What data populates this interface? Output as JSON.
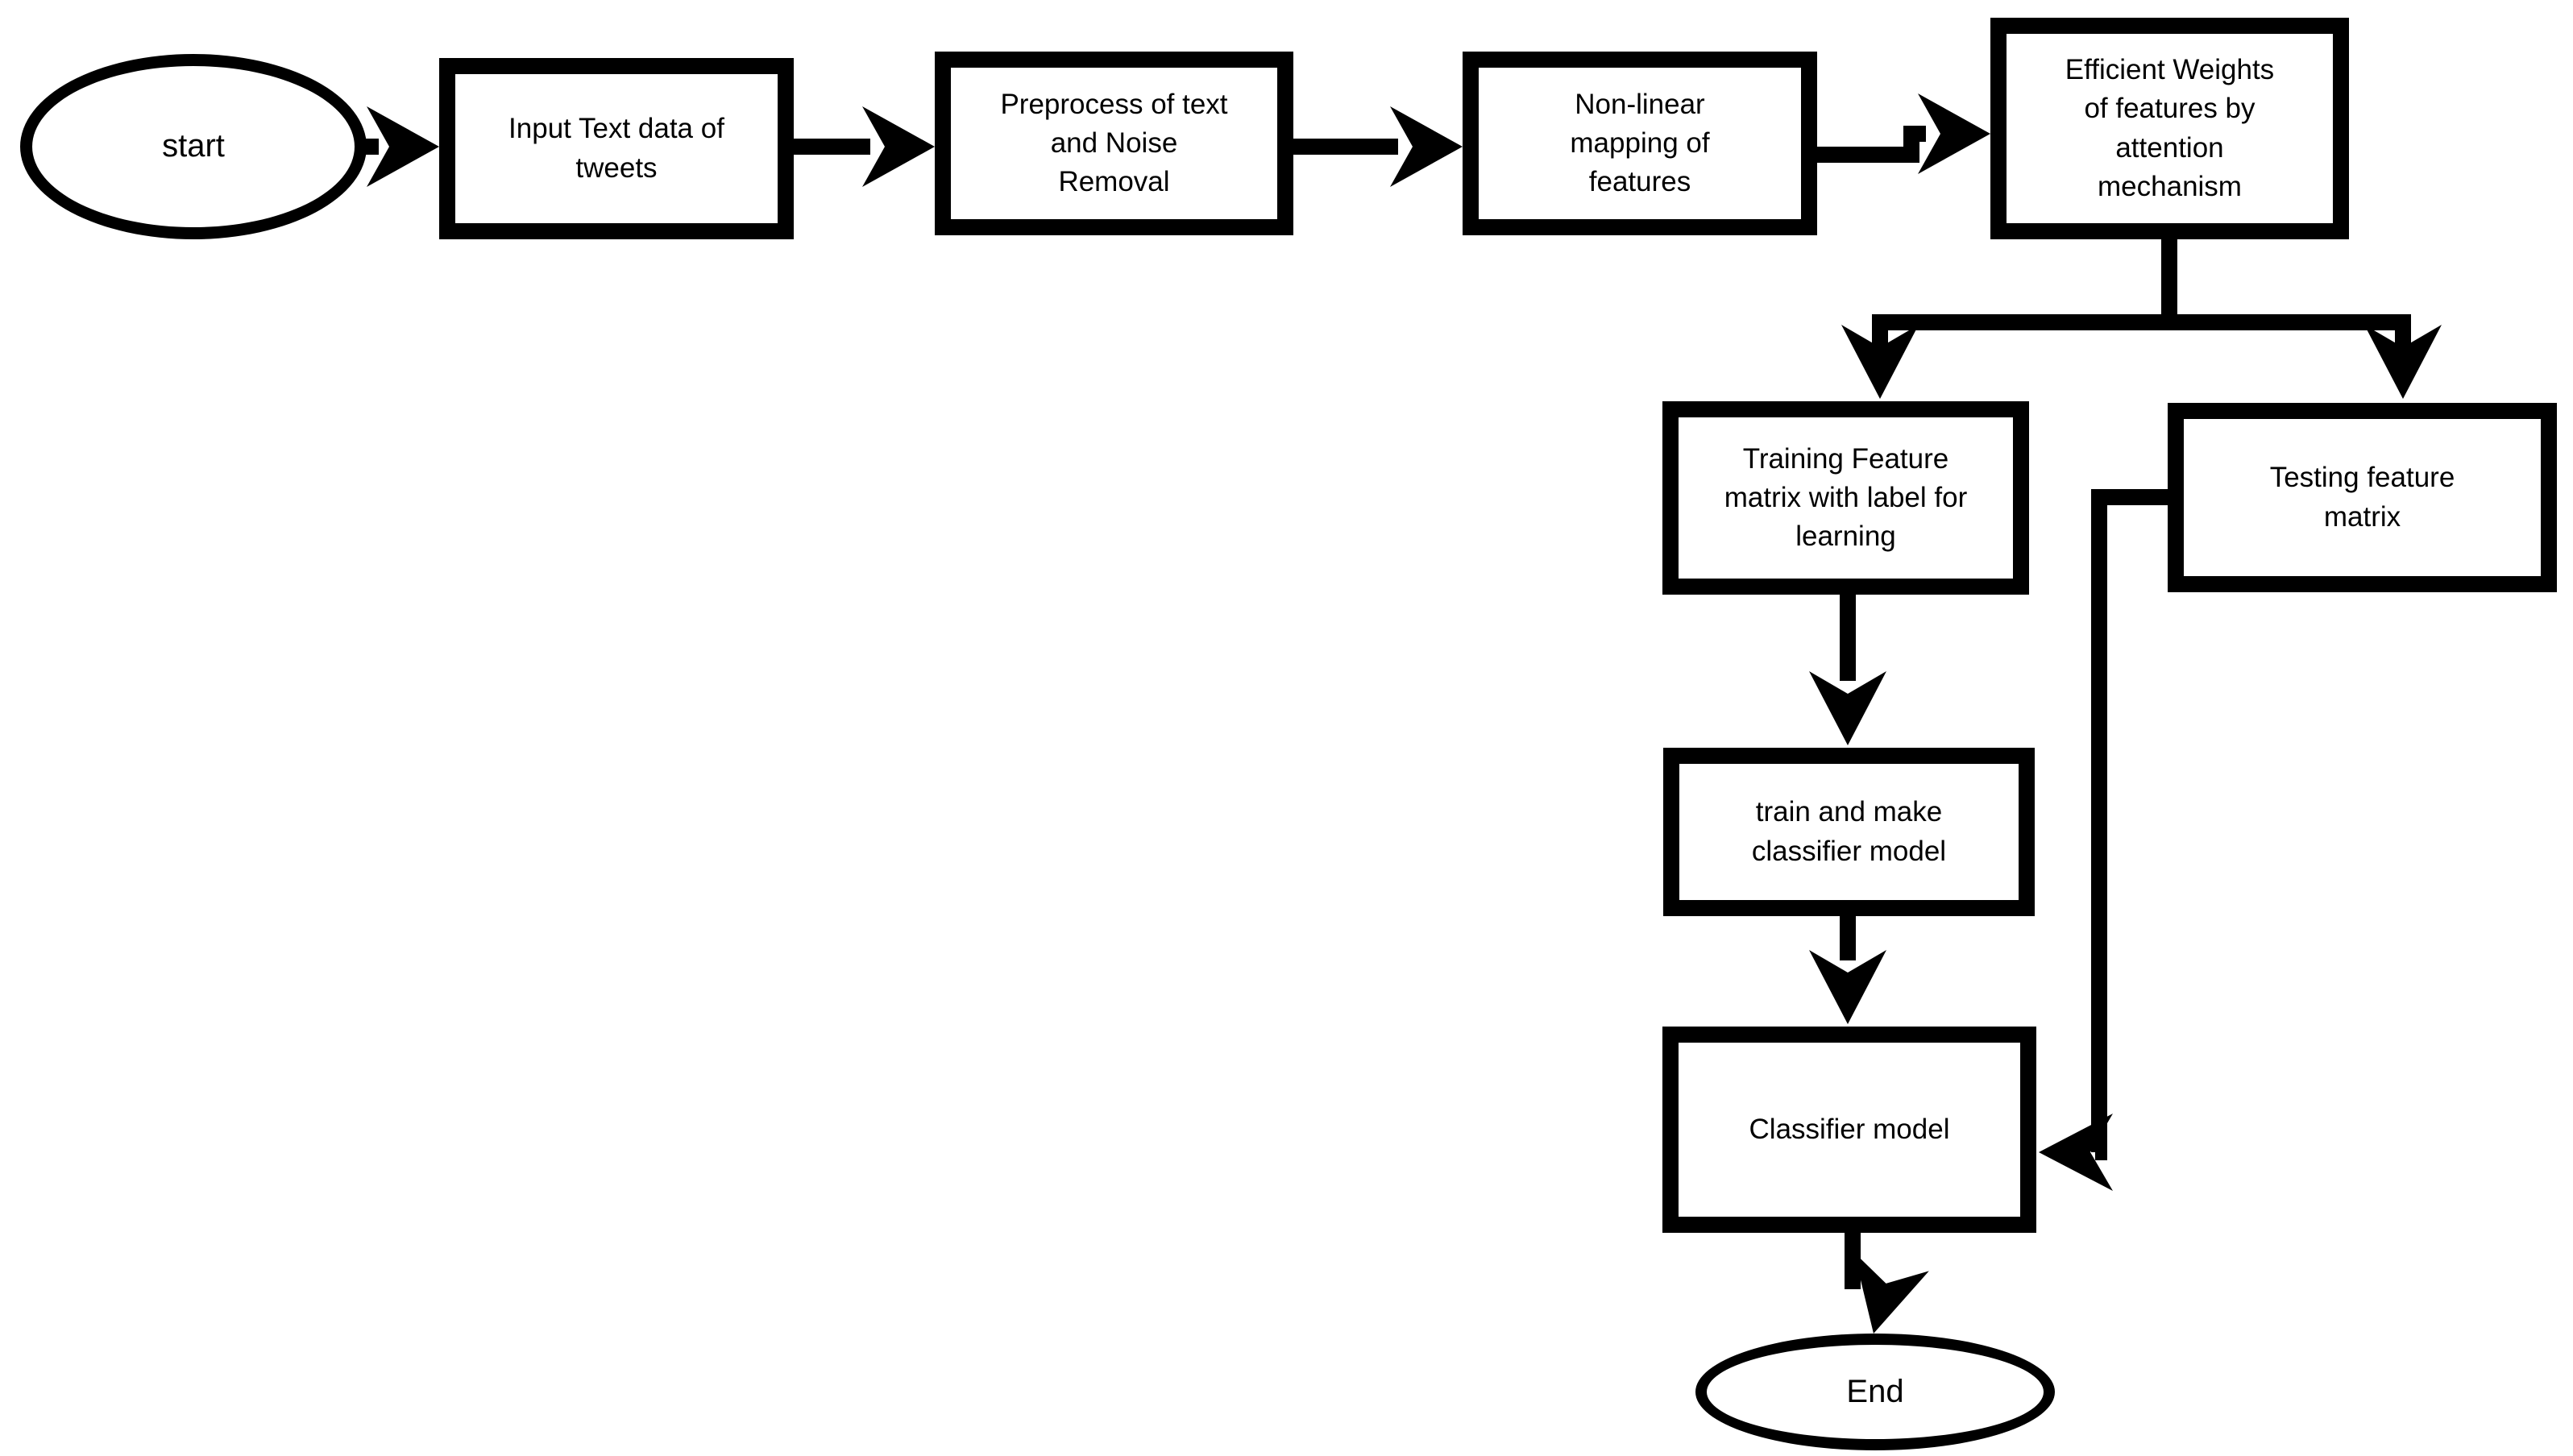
{
  "diagram": {
    "background_color": "#ffffff",
    "stroke_color": "#000000",
    "text_color": "#000000",
    "nodes": [
      {
        "id": "start",
        "shape": "ellipse",
        "label": "start"
      },
      {
        "id": "input",
        "shape": "rect",
        "label": "Input Text data of\ntweets"
      },
      {
        "id": "preprocess",
        "shape": "rect",
        "label": "Preprocess of text\nand Noise\nRemoval"
      },
      {
        "id": "nonlinear",
        "shape": "rect",
        "label": "Non-linear\nmapping of\nfeatures"
      },
      {
        "id": "weights",
        "shape": "rect",
        "label": "Efficient Weights\nof features by\nattention\nmechanism"
      },
      {
        "id": "training",
        "shape": "rect",
        "label": "Training Feature\nmatrix with label for\nlearning"
      },
      {
        "id": "testing",
        "shape": "rect",
        "label": "Testing feature\nmatrix"
      },
      {
        "id": "trainmake",
        "shape": "rect",
        "label": "train and make\nclassifier model"
      },
      {
        "id": "classifier",
        "shape": "rect",
        "label": "Classifier model"
      },
      {
        "id": "end",
        "shape": "ellipse",
        "label": "End"
      }
    ],
    "edges": [
      {
        "from": "start",
        "to": "input"
      },
      {
        "from": "input",
        "to": "preprocess"
      },
      {
        "from": "preprocess",
        "to": "nonlinear"
      },
      {
        "from": "nonlinear",
        "to": "weights"
      },
      {
        "from": "weights",
        "to": "training"
      },
      {
        "from": "weights",
        "to": "testing"
      },
      {
        "from": "training",
        "to": "trainmake"
      },
      {
        "from": "trainmake",
        "to": "classifier"
      },
      {
        "from": "testing",
        "to": "classifier"
      },
      {
        "from": "classifier",
        "to": "end"
      }
    ]
  }
}
